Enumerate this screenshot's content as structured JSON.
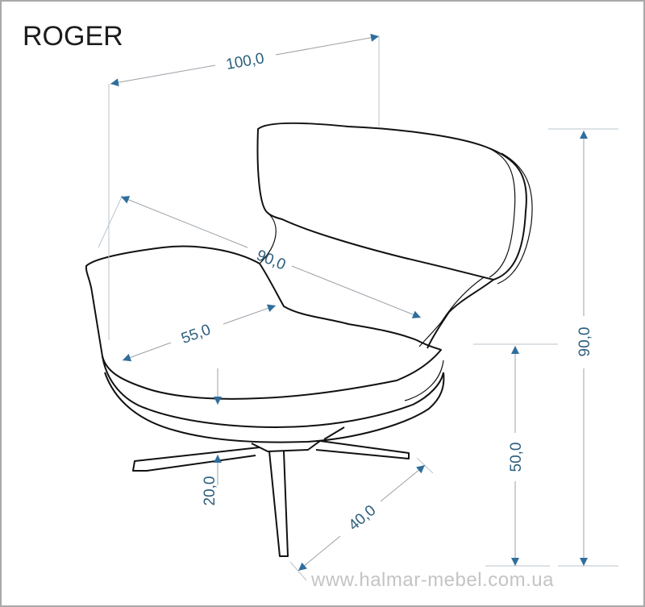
{
  "title": "ROGER",
  "website": "www.halmar-mebel.com.ua",
  "colors": {
    "dimension_text": "#2d5f7d",
    "arrow": "#2f6e9c",
    "outline": "#111111"
  },
  "dimensions": {
    "width": "100,0",
    "depth": "90,0",
    "seat_depth": "55,0",
    "height": "90,0",
    "seat_height": "50,0",
    "base_clearance": "20,0",
    "base_leg": "40,0"
  }
}
